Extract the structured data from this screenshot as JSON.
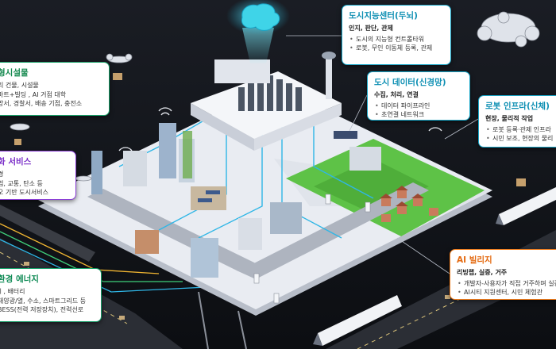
{
  "labels": {
    "brain": {
      "title": "도시지능센터(두뇌)",
      "subtitle": "인지, 판단, 관제",
      "items": [
        "도시의 지능형 컨트롤타워",
        "로봇, 무인 이동체 등록, 관제"
      ]
    },
    "data": {
      "title": "도시 데이터(신경망)",
      "subtitle": "수집, 처리, 연결",
      "items": [
        "데이터 파이프라인",
        "초연결 네트워크"
      ]
    },
    "robot": {
      "title": "로봇 인프라(신체)",
      "subtitle": "현장, 물리적 작업",
      "items": [
        "로봇 등록·관제 인프라",
        "시민 보조, 현장의 물리"
      ]
    },
    "infra": {
      "title": "형시설물",
      "lines": [
        "리 건물, 시설물",
        "마트+빌딩 , AI 거점 대학",
        "방서, 경찰서, 배송 기점, 충전소"
      ]
    },
    "service": {
      "title": "화 서비스",
      "lines": [
        "경",
        "업, 교통, 탄소 등",
        "오 기반 도시서비스"
      ]
    },
    "energy": {
      "title": "환경 에너지",
      "lines": [
        "ㅣ, 배터리",
        "태양광/열, 수소, 스마트그리드 등",
        "BESS(전력 저장장치), 전력선로"
      ]
    },
    "village": {
      "title": "AI 빌리지",
      "subtitle": "리빙랩, 실증, 거주",
      "items": [
        "개발자-사용자가 직접 거주하며 실증",
        "AI시티 지원센터, 시민 체험관"
      ]
    }
  },
  "colors": {
    "background": "#0d0f14",
    "brain_accent": "#17a6c8",
    "infra_accent": "#1aa26a",
    "service_accent": "#8c3fd6",
    "energy_accent": "#17a06a",
    "village_accent": "#f07d1c",
    "platform_top": "#e9ecf2",
    "grass": "#5ec247",
    "data_line": "#2fb6e6",
    "energy_line": "#f2b632"
  },
  "icons": [
    "brain-icon",
    "drone-icon",
    "package-icon",
    "train-icon",
    "wifi-icon",
    "robot-icon",
    "solar-panel-icon"
  ]
}
